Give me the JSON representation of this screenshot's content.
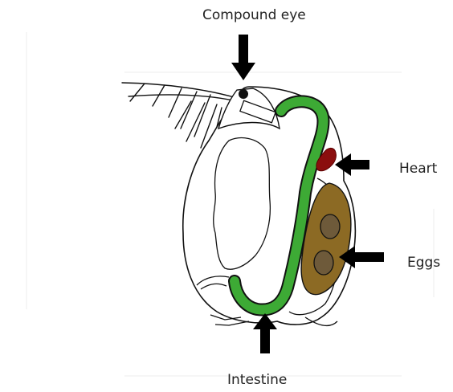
{
  "labels": {
    "compound_eye": "Compound eye",
    "heart": "Heart",
    "eggs": "Eggs",
    "intestine": "Intestine"
  },
  "colors": {
    "intestine": "#3daa35",
    "heart": "#8b0e0e",
    "egg_pouch": "#8c6a24",
    "egg": "#6e5a3a",
    "outline": "#111111",
    "arrow": "#000000"
  }
}
